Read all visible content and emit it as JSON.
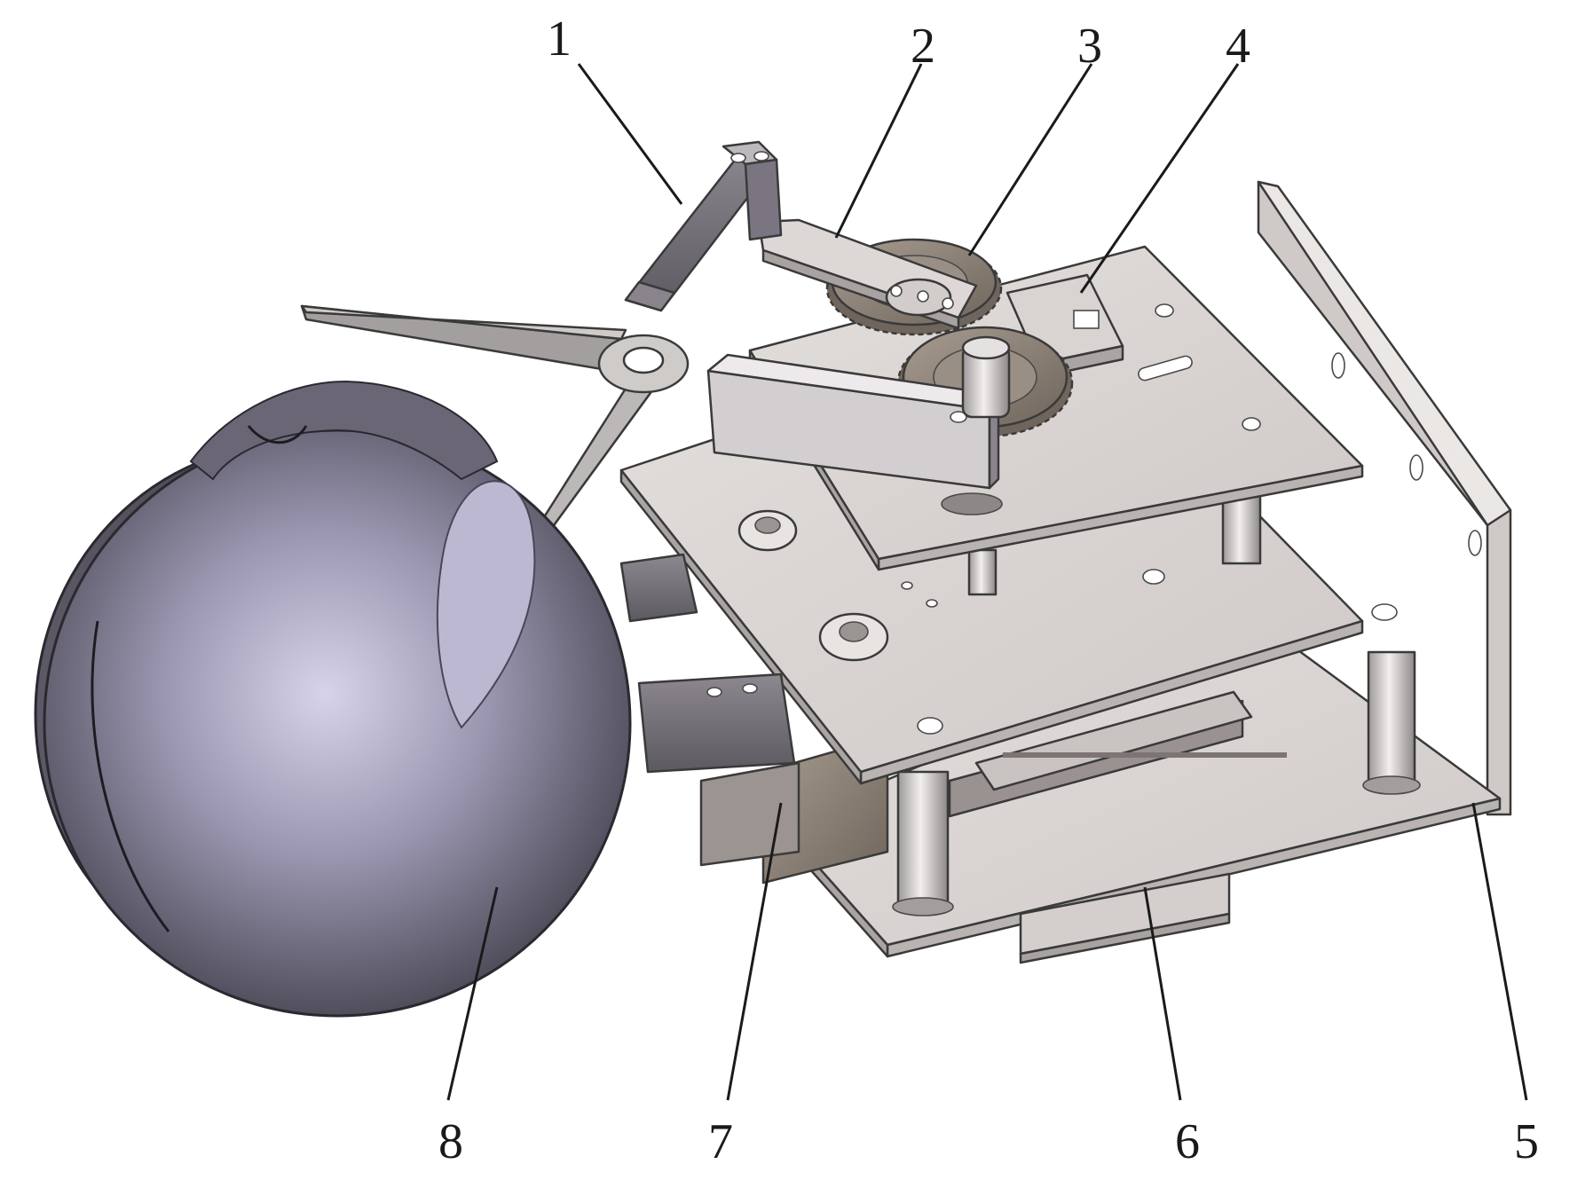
{
  "figure": {
    "type": "mechanical-assembly-diagram",
    "colors": {
      "background": "#ffffff",
      "plate": "#d9d4d2",
      "plate_edge": "#b9b3b1",
      "dark_part": "#6f6a70",
      "gear": "#8a7e74",
      "sphere_light": "#c9c6dc",
      "sphere_dark": "#3e3b46",
      "leader_line": "#1a1a1a"
    },
    "callouts": [
      {
        "id": "1",
        "label": "1"
      },
      {
        "id": "2",
        "label": "2"
      },
      {
        "id": "3",
        "label": "3"
      },
      {
        "id": "4",
        "label": "4"
      },
      {
        "id": "5",
        "label": "5"
      },
      {
        "id": "6",
        "label": "6"
      },
      {
        "id": "7",
        "label": "7"
      },
      {
        "id": "8",
        "label": "8"
      }
    ]
  }
}
